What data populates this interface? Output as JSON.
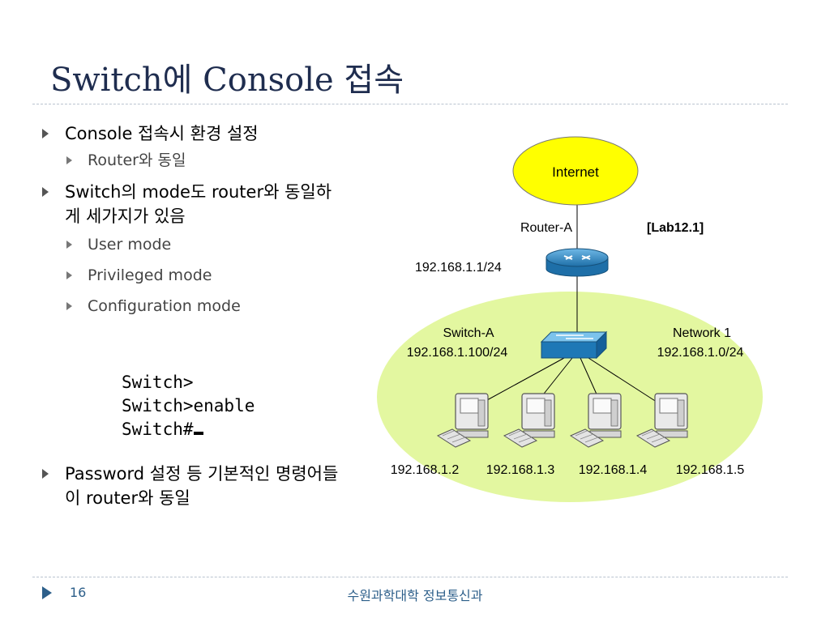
{
  "slide": {
    "title": "Switch에 Console 접속",
    "bullets": [
      {
        "text": "Console 접속시 환경 설정",
        "sub": [
          "Router와 동일"
        ]
      },
      {
        "text": "Switch의 mode도 router와 동일하게 세가지가 있음",
        "sub": [
          "User mode",
          "Privileged mode",
          "Configuration mode"
        ]
      },
      {
        "text": "Password 설정 등 기본적인 명령어들이 router와 동일",
        "sub": []
      }
    ],
    "cli": [
      "Switch>",
      "Switch>enable",
      "Switch#"
    ]
  },
  "diagram": {
    "internet": "Internet",
    "router_name": "Router-A",
    "lab": "[Lab12.1]",
    "router_ip": "192.168.1.1/24",
    "switch_name": "Switch-A",
    "switch_ip": "192.168.1.100/24",
    "network_name": "Network 1",
    "network_ip": "192.168.1.0/24",
    "pcs": [
      "192.168.1.2",
      "192.168.1.3",
      "192.168.1.4",
      "192.168.1.5"
    ],
    "colors": {
      "internet": "#ffff00",
      "network": "#e3f7a0",
      "device": "#3a8fc8"
    }
  },
  "footer": {
    "page": "16",
    "org": "수원과학대학 정보통신과"
  }
}
